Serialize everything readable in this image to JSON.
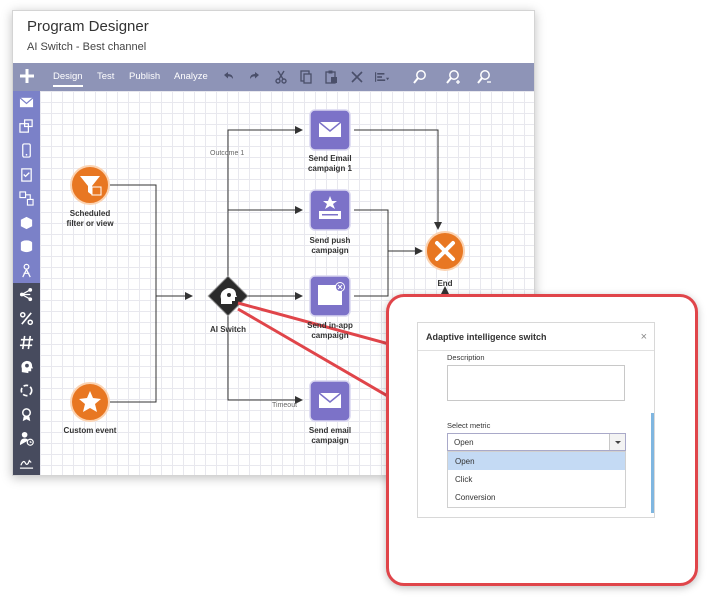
{
  "app": {
    "title": "Program Designer",
    "subtitle": "AI Switch - Best channel"
  },
  "toolbar": {
    "tabs": [
      {
        "label": "Design",
        "active": true
      },
      {
        "label": "Test",
        "active": false
      },
      {
        "label": "Publish",
        "active": false
      },
      {
        "label": "Analyze",
        "active": false
      }
    ],
    "icons": [
      "undo-icon",
      "redo-icon",
      "cut-icon",
      "copy-icon",
      "paste-icon",
      "delete-icon",
      "align-icon",
      "zoom-fit-icon",
      "zoom-in-icon",
      "zoom-out-icon"
    ]
  },
  "palette": {
    "items": [
      "email-icon",
      "multi-channel-icon",
      "mobile-icon",
      "checklist-icon",
      "decision-icon",
      "segment-icon",
      "database-icon",
      "contact-icon",
      "split-icon",
      "percent-icon",
      "hash-icon",
      "settings-head-icon",
      "loop-icon",
      "award-icon",
      "person-clock-icon",
      "signature-icon"
    ]
  },
  "canvas": {
    "nodes": {
      "scheduled": "Scheduled\nfilter or view",
      "custom_event": "Custom event",
      "ai_switch": "AI Switch",
      "send_email_1": "Send Email\ncampaign 1",
      "send_push": "Send push\ncampaign",
      "send_inapp": "Send in-app\ncampaign",
      "send_email_timeout": "Send email\ncampaign",
      "end": "End"
    },
    "edge_labels": {
      "outcome1": "Outcome 1",
      "timeout": "Timeout"
    },
    "colors": {
      "action_node": "#7c72c8",
      "trigger_node": "#e87722",
      "switch_node": "#2b2b2b",
      "callout_border": "#e0454a",
      "toolbar": "#8e94b7"
    }
  },
  "dialog": {
    "title": "Adaptive intelligence switch",
    "close": "×",
    "description_label": "Description",
    "description_value": "",
    "metric_label": "Select metric",
    "metric_value": "Open",
    "options": [
      "Open",
      "Click",
      "Conversion"
    ],
    "selected_option": "Open"
  }
}
